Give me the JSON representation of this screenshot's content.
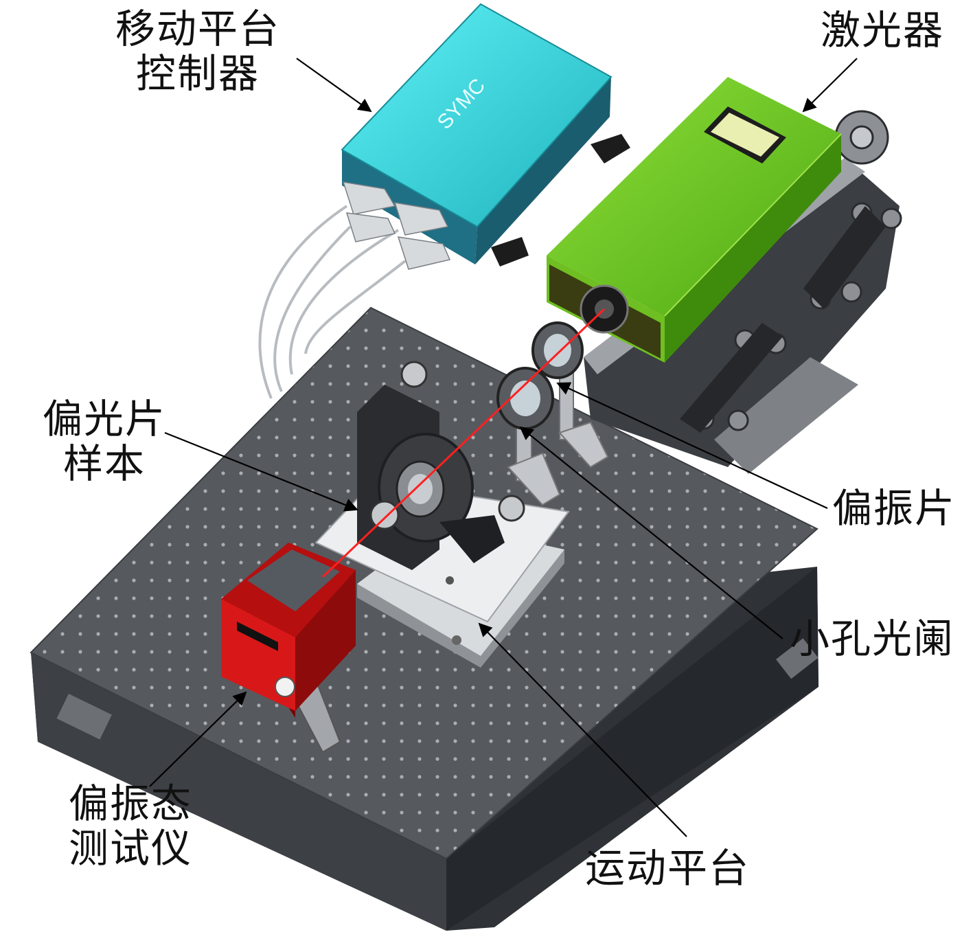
{
  "labels": {
    "controller": "移动平台\n控制器",
    "laser": "激光器",
    "polarizer_sample": "偏光片\n样本",
    "polarizer": "偏振片",
    "aperture": "小孔光阑",
    "analyzer": "偏振态\n测试仪",
    "stage": "运动平台"
  },
  "controller_brand": "SYMC",
  "colors": {
    "table": "#55585d",
    "controller": "#29c8d0",
    "laser": "#66c21a",
    "analyzer": "#d01414",
    "beam": "#ff2020"
  }
}
